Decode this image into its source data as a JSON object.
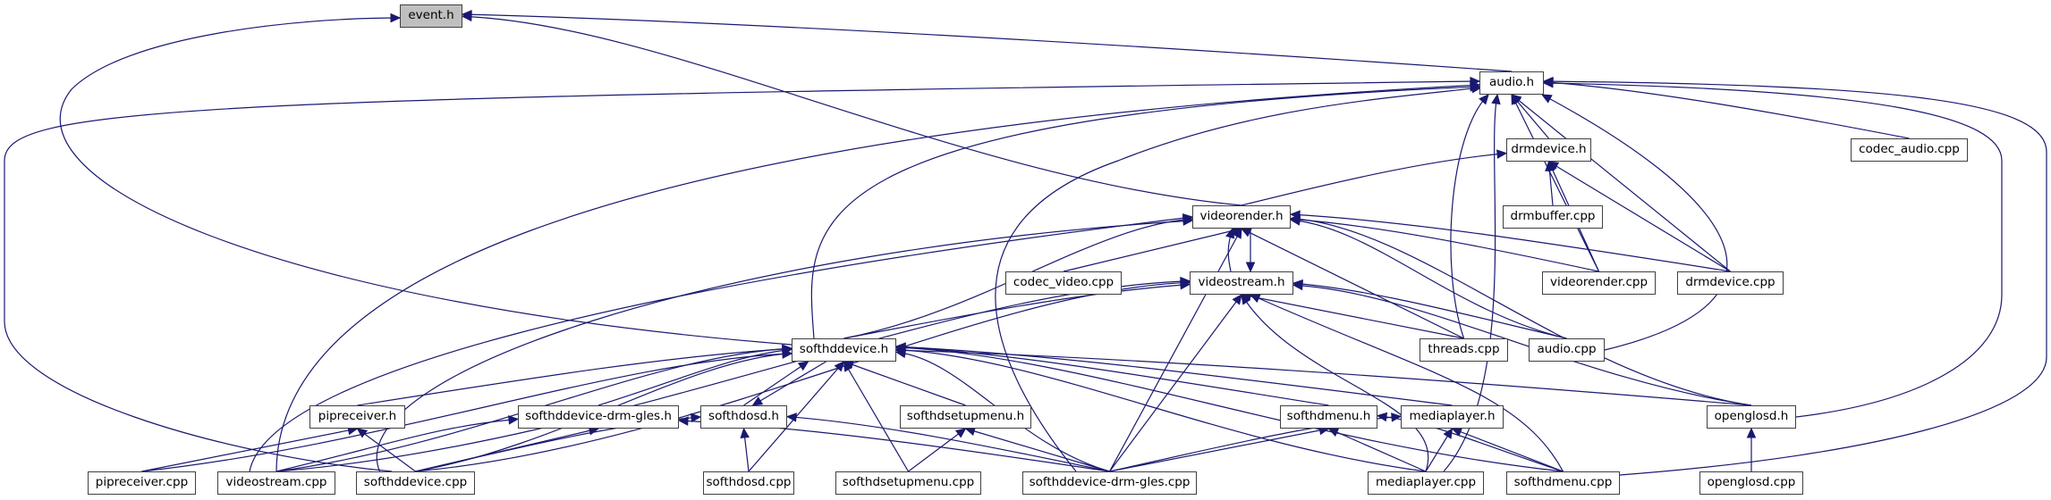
{
  "diagram": {
    "type": "include-dependency-graph",
    "colors": {
      "edge": "#191970",
      "node_border": "#404040",
      "node_fill": "#ffffff",
      "current_node_fill": "#bfbfbf"
    },
    "nodes": [
      {
        "id": "event_h",
        "label": "event.h",
        "current": true
      },
      {
        "id": "audio_h",
        "label": "audio.h"
      },
      {
        "id": "drmdevice_h",
        "label": "drmdevice.h"
      },
      {
        "id": "codec_audio_cpp",
        "label": "codec_audio.cpp"
      },
      {
        "id": "drmbuffer_cpp",
        "label": "drmbuffer.cpp"
      },
      {
        "id": "videorender_h",
        "label": "videorender.h"
      },
      {
        "id": "codec_video_cpp",
        "label": "codec_video.cpp"
      },
      {
        "id": "videostream_h",
        "label": "videostream.h"
      },
      {
        "id": "videorender_cpp",
        "label": "videorender.cpp"
      },
      {
        "id": "drmdevice_cpp",
        "label": "drmdevice.cpp"
      },
      {
        "id": "threads_cpp",
        "label": "threads.cpp"
      },
      {
        "id": "audio_cpp",
        "label": "audio.cpp"
      },
      {
        "id": "softhddevice_h",
        "label": "softhddevice.h"
      },
      {
        "id": "pipreceiver_h",
        "label": "pipreceiver.h"
      },
      {
        "id": "softhddevice_drm_gles_h",
        "label": "softhddevice-drm-gles.h"
      },
      {
        "id": "softhdosd_h",
        "label": "softhdosd.h"
      },
      {
        "id": "softhdsetupmenu_h",
        "label": "softhdsetupmenu.h"
      },
      {
        "id": "softhdmenu_h",
        "label": "softhdmenu.h"
      },
      {
        "id": "mediaplayer_h",
        "label": "mediaplayer.h"
      },
      {
        "id": "openglosd_h",
        "label": "openglosd.h"
      },
      {
        "id": "pipreceiver_cpp",
        "label": "pipreceiver.cpp"
      },
      {
        "id": "videostream_cpp",
        "label": "videostream.cpp"
      },
      {
        "id": "softhddevice_cpp",
        "label": "softhddevice.cpp"
      },
      {
        "id": "softhdosd_cpp",
        "label": "softhdosd.cpp"
      },
      {
        "id": "softhdsetupmenu_cpp",
        "label": "softhdsetupmenu.cpp"
      },
      {
        "id": "softhddevice_drm_gles_cpp",
        "label": "softhddevice-drm-gles.cpp"
      },
      {
        "id": "mediaplayer_cpp",
        "label": "mediaplayer.cpp"
      },
      {
        "id": "softhdmenu_cpp",
        "label": "softhdmenu.cpp"
      },
      {
        "id": "openglosd_cpp",
        "label": "openglosd.cpp"
      }
    ],
    "edges": [
      {
        "from": "audio_h",
        "to": "event_h"
      },
      {
        "from": "videorender_h",
        "to": "event_h"
      },
      {
        "from": "softhddevice_h",
        "to": "event_h"
      },
      {
        "from": "drmdevice_h",
        "to": "audio_h"
      },
      {
        "from": "codec_audio_cpp",
        "to": "audio_h"
      },
      {
        "from": "videorender_cpp",
        "to": "audio_h"
      },
      {
        "from": "drmdevice_cpp",
        "to": "audio_h"
      },
      {
        "from": "audio_cpp",
        "to": "audio_h"
      },
      {
        "from": "threads_cpp",
        "to": "audio_h"
      },
      {
        "from": "mediaplayer_cpp",
        "to": "audio_h"
      },
      {
        "from": "openglosd_h",
        "to": "audio_h"
      },
      {
        "from": "softhdmenu_cpp",
        "to": "audio_h"
      },
      {
        "from": "softhddevice_h",
        "to": "audio_h"
      },
      {
        "from": "softhddevice_drm_gles_cpp",
        "to": "audio_h"
      },
      {
        "from": "videostream_cpp",
        "to": "audio_h"
      },
      {
        "from": "softhddevice_cpp",
        "to": "audio_h"
      },
      {
        "from": "drmbuffer_cpp",
        "to": "drmdevice_h"
      },
      {
        "from": "videorender_h",
        "to": "drmdevice_h"
      },
      {
        "from": "videorender_cpp",
        "to": "drmdevice_h"
      },
      {
        "from": "drmdevice_cpp",
        "to": "drmdevice_h"
      },
      {
        "from": "codec_video_cpp",
        "to": "videorender_h"
      },
      {
        "from": "videostream_h",
        "to": "videorender_h"
      },
      {
        "from": "videorender_h",
        "to": "videostream_h"
      },
      {
        "from": "videorender_cpp",
        "to": "videorender_h"
      },
      {
        "from": "drmdevice_cpp",
        "to": "videorender_h"
      },
      {
        "from": "threads_cpp",
        "to": "videorender_h"
      },
      {
        "from": "audio_cpp",
        "to": "videorender_h"
      },
      {
        "from": "openglosd_h",
        "to": "videorender_h"
      },
      {
        "from": "softhddevice_h",
        "to": "videorender_h"
      },
      {
        "from": "softhddevice_drm_gles_cpp",
        "to": "videorender_h"
      },
      {
        "from": "videostream_cpp",
        "to": "videorender_h"
      },
      {
        "from": "softhddevice_cpp",
        "to": "videorender_h"
      },
      {
        "from": "threads_cpp",
        "to": "videostream_h"
      },
      {
        "from": "audio_cpp",
        "to": "videostream_h"
      },
      {
        "from": "openglosd_h",
        "to": "videostream_h"
      },
      {
        "from": "mediaplayer_cpp",
        "to": "videostream_h"
      },
      {
        "from": "softhdmenu_cpp",
        "to": "videostream_h"
      },
      {
        "from": "softhddevice_h",
        "to": "videostream_h"
      },
      {
        "from": "softhddevice_drm_gles_cpp",
        "to": "videostream_h"
      },
      {
        "from": "videostream_cpp",
        "to": "videostream_h"
      },
      {
        "from": "softhddevice_cpp",
        "to": "videostream_h"
      },
      {
        "from": "pipreceiver_h",
        "to": "softhddevice_h"
      },
      {
        "from": "softhddevice_drm_gles_h",
        "to": "softhddevice_h"
      },
      {
        "from": "softhdosd_h",
        "to": "softhddevice_h"
      },
      {
        "from": "softhddevice_h",
        "to": "softhdosd_h"
      },
      {
        "from": "softhdsetupmenu_h",
        "to": "softhddevice_h"
      },
      {
        "from": "softhdmenu_h",
        "to": "softhddevice_h"
      },
      {
        "from": "mediaplayer_h",
        "to": "softhddevice_h"
      },
      {
        "from": "openglosd_h",
        "to": "softhddevice_h"
      },
      {
        "from": "pipreceiver_cpp",
        "to": "softhddevice_h"
      },
      {
        "from": "videostream_cpp",
        "to": "softhddevice_h"
      },
      {
        "from": "softhddevice_cpp",
        "to": "softhddevice_h"
      },
      {
        "from": "softhdosd_cpp",
        "to": "softhddevice_h"
      },
      {
        "from": "softhdsetupmenu_cpp",
        "to": "softhddevice_h"
      },
      {
        "from": "softhddevice_drm_gles_cpp",
        "to": "softhddevice_h"
      },
      {
        "from": "mediaplayer_cpp",
        "to": "softhddevice_h"
      },
      {
        "from": "softhdmenu_cpp",
        "to": "softhddevice_h"
      },
      {
        "from": "pipreceiver_cpp",
        "to": "pipreceiver_h"
      },
      {
        "from": "softhddevice_cpp",
        "to": "pipreceiver_h"
      },
      {
        "from": "videostream_cpp",
        "to": "softhddevice_drm_gles_h"
      },
      {
        "from": "softhddevice_cpp",
        "to": "softhddevice_drm_gles_h"
      },
      {
        "from": "softhddevice_drm_gles_cpp",
        "to": "softhddevice_drm_gles_h"
      },
      {
        "from": "softhdosd_cpp",
        "to": "softhdosd_h"
      },
      {
        "from": "softhddevice_cpp",
        "to": "softhdosd_h"
      },
      {
        "from": "softhddevice_drm_gles_cpp",
        "to": "softhdosd_h"
      },
      {
        "from": "softhdsetupmenu_cpp",
        "to": "softhdsetupmenu_h"
      },
      {
        "from": "softhddevice_drm_gles_cpp",
        "to": "softhdsetupmenu_h"
      },
      {
        "from": "mediaplayer_cpp",
        "to": "softhdmenu_h"
      },
      {
        "from": "softhdmenu_cpp",
        "to": "softhdmenu_h"
      },
      {
        "from": "softhddevice_drm_gles_cpp",
        "to": "softhdmenu_h"
      },
      {
        "from": "mediaplayer_cpp",
        "to": "mediaplayer_h"
      },
      {
        "from": "softhdmenu_cpp",
        "to": "mediaplayer_h"
      },
      {
        "from": "softhddevice_drm_gles_cpp",
        "to": "mediaplayer_h"
      },
      {
        "from": "openglosd_cpp",
        "to": "openglosd_h"
      }
    ]
  }
}
